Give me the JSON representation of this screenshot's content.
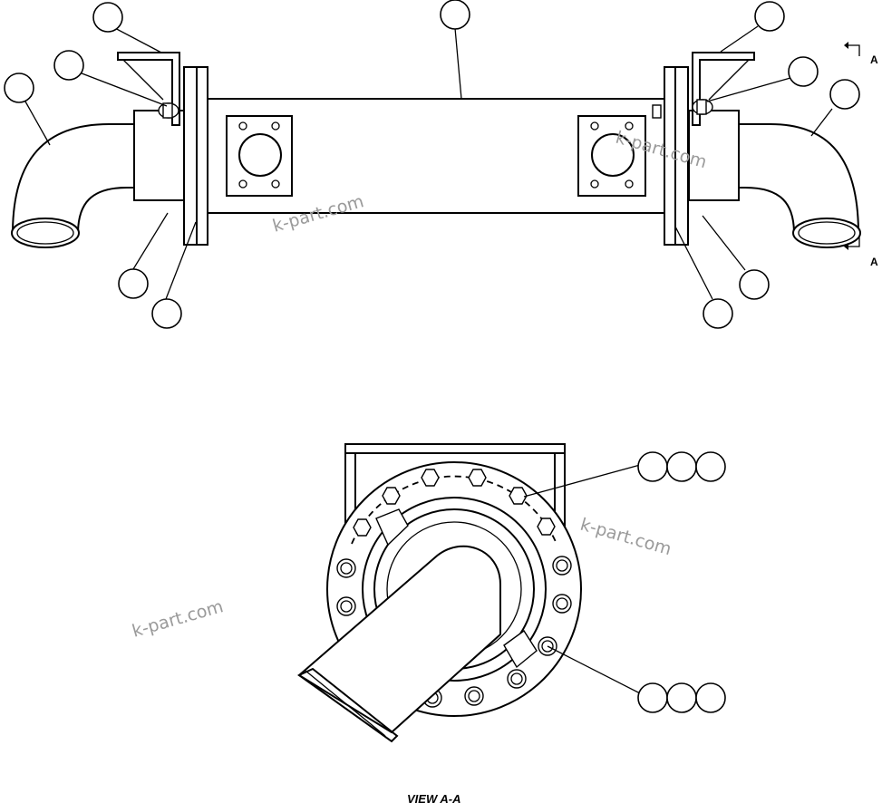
{
  "watermark": "k-part.com",
  "section_marker": "A",
  "view_title": "VIEW A-A",
  "colors": {
    "line": "#000000",
    "background": "#ffffff",
    "watermark": "#9a9a9a"
  }
}
